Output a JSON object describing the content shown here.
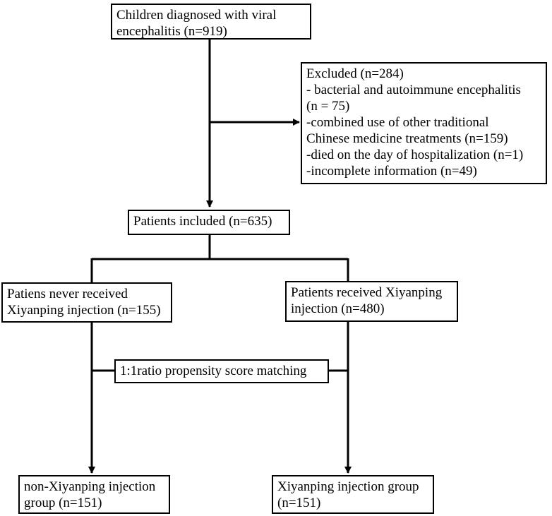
{
  "boxes": {
    "diagnosed": {
      "lines": [
        "Children diagnosed with viral",
        "encephalitis (n=919)"
      ]
    },
    "excluded": {
      "lines": [
        "Excluded (n=284)",
        "- bacterial and autoimmune encephalitis",
        "(n = 75)",
        "-combined use of other traditional",
        "Chinese medicine  treatments (n=159)",
        "-died on the day of hospitalization (n=1)",
        "-incomplete information (n=49)"
      ]
    },
    "included": {
      "lines": [
        "Patients included (n=635)"
      ]
    },
    "never_received": {
      "lines": [
        "Patiens never received",
        "Xiyanping injection (n=155)"
      ]
    },
    "received": {
      "lines": [
        "Patients received Xiyanping",
        "injection (n=480)"
      ]
    },
    "matching": {
      "lines": [
        "1:1ratio propensity score matching"
      ]
    },
    "non_group": {
      "lines": [
        "non-Xiyanping injection",
        "group (n=151)"
      ]
    },
    "xiyanping_group": {
      "lines": [
        "Xiyanping injection group",
        "(n=151)"
      ]
    }
  },
  "colors": {
    "stroke": "#000000",
    "background": "#ffffff"
  }
}
